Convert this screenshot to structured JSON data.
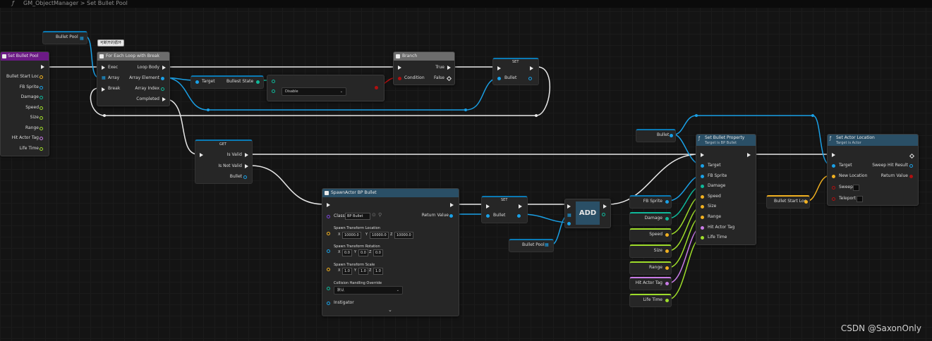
{
  "breadcrumb": {
    "fn_icon": "ƒ",
    "path": "GM_ObjectManager > Set Bullet Pool"
  },
  "comment": {
    "text": "可断开的循环"
  },
  "colors": {
    "exec": "#e8e8e8",
    "object": "#1aa0e6",
    "struct": "#f0b020",
    "float": "#9edc2a",
    "byte": "#0fb89a",
    "name": "#c87be6",
    "bool": "#b01010"
  },
  "func_entry": {
    "title": "Set Bullet Pool",
    "params": [
      "Bullet Start Loc",
      "FB Sprite",
      "Damage",
      "Speed",
      "Size",
      "Range",
      "Hit Actor Tag",
      "Life Time"
    ]
  },
  "bullet_pool_get_top": {
    "label": "Bullet Pool"
  },
  "foreach": {
    "title": "For Each Loop with Break",
    "in_exec": "Exec",
    "in_array": "Array",
    "in_break": "Break",
    "out_body": "Loop Body",
    "out_element": "Array Element",
    "out_index": "Array Index",
    "out_completed": "Completed"
  },
  "bullet_state": {
    "in_target": "Target",
    "out_state": "Bullest State"
  },
  "equal_enum": {
    "value": "Disable"
  },
  "branch": {
    "title": "Branch",
    "condition": "Condition",
    "true": "True",
    "false": "False"
  },
  "set_top": {
    "title": "SET",
    "pin": "Bullet"
  },
  "isvalid": {
    "title": "GET",
    "is_valid": "Is Valid",
    "is_not_valid": "Is Not Valid",
    "pin": "Bullet"
  },
  "spawn": {
    "title": "SpawnActor BP Bullet",
    "class_label": "Class",
    "class_value": "BP Bullet",
    "return_value": "Return Value",
    "loc_label": "Spawn Transform Location",
    "loc_x": "10000.0",
    "loc_y": "10000.0",
    "loc_z": "10000.0",
    "rot_label": "Spawn Transform Rotation",
    "rot_x": "0.0",
    "rot_y": "0.0",
    "rot_z": "0.0",
    "scale_label": "Spawn Transform Scale",
    "scale_x": "1.0",
    "scale_y": "1.0",
    "scale_z": "1.0",
    "collision_label": "Collision Handling Override",
    "collision_value": "默认",
    "instigator_label": "Instigator",
    "axis_x": "X",
    "axis_y": "Y",
    "axis_z": "Z"
  },
  "set_mid": {
    "title": "SET",
    "pin": "Bullet"
  },
  "add": {
    "label": "ADD"
  },
  "bullet_pool_get_bottom": {
    "label": "Bullet Pool"
  },
  "bullet_get_right": {
    "label": "Bullet"
  },
  "param_gets": [
    "FB Sprite",
    "Damage",
    "Speed",
    "Size",
    "Range",
    "Hit Actor Tag",
    "Life Time"
  ],
  "set_bullet_property": {
    "title": "Set Bullet Property",
    "subtitle": "Target is BP Bullet",
    "pins": [
      "Target",
      "FB Sprite",
      "Damage",
      "Speed",
      "Size",
      "Range",
      "Hit Actor Tag",
      "Life Time"
    ]
  },
  "bullet_start_loc_get": {
    "label": "Bullet Start Loc"
  },
  "set_actor_location": {
    "title": "Set Actor Location",
    "subtitle": "Target is Actor",
    "in_target": "Target",
    "in_new_location": "New Location",
    "in_sweep": "Sweep",
    "in_teleport": "Teleport",
    "out_sweep_hit": "Sweep Hit Result",
    "out_return": "Return Value"
  },
  "watermark": {
    "text": "CSDN @SaxonOnly"
  }
}
